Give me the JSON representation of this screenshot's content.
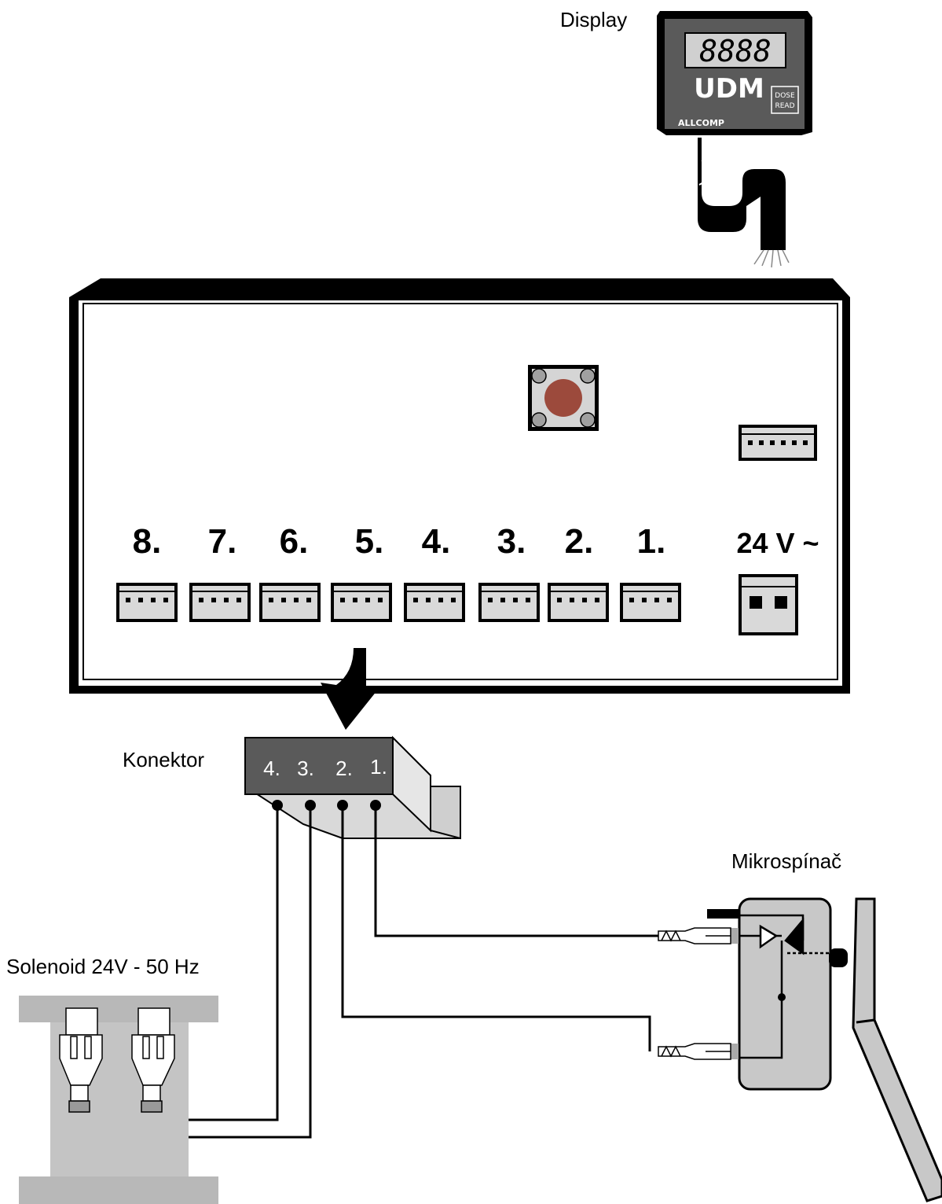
{
  "labels": {
    "display": "Display",
    "konektor": "Konektor",
    "mikrospinac": "Mikrospínač",
    "solenoid": "Solenoid 24V - 50 Hz",
    "power": "24 V ~"
  },
  "display_unit": {
    "readout": "8888",
    "brand": "UDM",
    "badge_line1": "DOSE",
    "badge_line2": "READ",
    "maker": "ALLCOMP"
  },
  "channels": [
    "8.",
    "7.",
    "6.",
    "5.",
    "4.",
    "3.",
    "2.",
    "1."
  ],
  "connector_pins": [
    "4.",
    "3.",
    "2.",
    "1."
  ],
  "colors": {
    "panel_outline": "#000000",
    "display_body": "#5a5a5a",
    "connector_gray": "#d9d9d9",
    "button_red": "#9c4a3c",
    "solenoid_gray": "#b8b8b8",
    "switch_gray": "#c8c8c8"
  },
  "icons": [
    "push-button-icon",
    "down-arrow-icon",
    "cable-icon"
  ]
}
